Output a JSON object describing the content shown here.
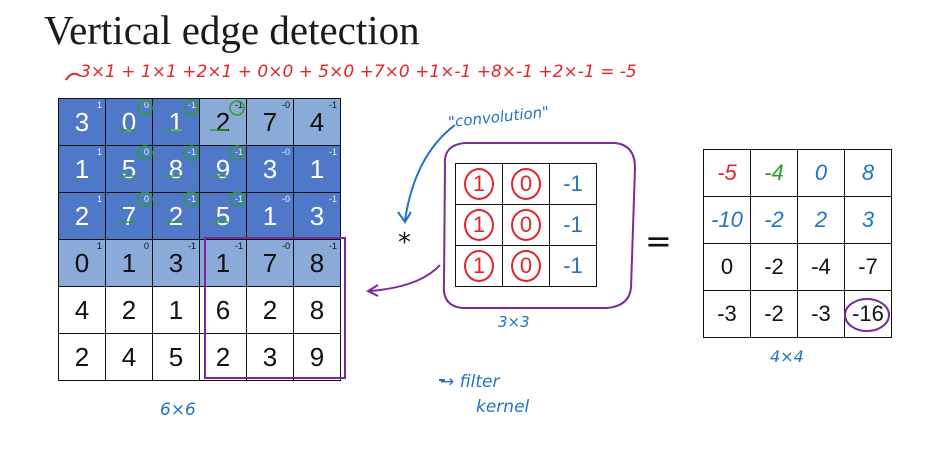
{
  "slide": {
    "title": "Vertical edge detection",
    "annotation_top": "3×1 + 1×1 +2×1 + 0×0 + 5×0 +7×0 +1×-1 +8×-1 +2×-1 = -5",
    "convolution_note": "\"convolution\"",
    "operator_star": "*",
    "operator_equals": "=",
    "input_size_label": "6×6",
    "filter_size_label": "3×3",
    "output_size_label": "4×4",
    "filter_note_1": "→ filter",
    "filter_note_2": "kernel"
  },
  "input_matrix": [
    [
      "3",
      "0",
      "1",
      "2",
      "7",
      "4"
    ],
    [
      "1",
      "5",
      "8",
      "9",
      "3",
      "1"
    ],
    [
      "2",
      "7",
      "2",
      "5",
      "1",
      "3"
    ],
    [
      "0",
      "1",
      "3",
      "1",
      "7",
      "8"
    ],
    [
      "4",
      "2",
      "1",
      "6",
      "2",
      "8"
    ],
    [
      "2",
      "4",
      "5",
      "2",
      "3",
      "9"
    ]
  ],
  "input_superscripts": [
    [
      "1",
      "0",
      "-1",
      "-1",
      "-0",
      "-1"
    ],
    [
      "1",
      "0",
      "-1",
      "-1",
      "-0",
      "-1"
    ],
    [
      "1",
      "0",
      "-1",
      "-1",
      "-0",
      "-1"
    ],
    [
      "1",
      "0",
      "-1",
      "-1",
      "-0",
      "-1"
    ]
  ],
  "filter_matrix": [
    [
      "1",
      "0",
      "-1"
    ],
    [
      "1",
      "0",
      "-1"
    ],
    [
      "1",
      "0",
      "-1"
    ]
  ],
  "output_matrix": [
    [
      "-5",
      "-4",
      "0",
      "8"
    ],
    [
      "-10",
      "-2",
      "2",
      "3"
    ],
    [
      "0",
      "-2",
      "-4",
      "-7"
    ],
    [
      "-3",
      "-2",
      "-3",
      "-16"
    ]
  ],
  "colors": {
    "red_ink": "#e0262b",
    "blue_ink": "#1f74c6",
    "green_ink": "#2aa02a",
    "purple_ink": "#7a2a9a",
    "shade_light": "#8aaad8",
    "shade_dark": "#4f78c8"
  }
}
